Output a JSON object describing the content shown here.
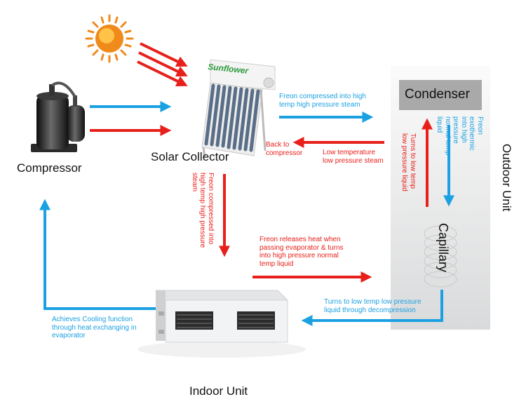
{
  "colors": {
    "blue": "#1ba1e2",
    "red": "#e8201b",
    "sun": "#f08a1a"
  },
  "labels": {
    "compressor": "Compressor",
    "solar_collector": "Solar Collector",
    "indoor_unit": "Indoor Unit",
    "outdoor_unit": "Outdoor Unit",
    "condenser": "Condenser",
    "capillary": "Capillary",
    "brand": "Sunflower"
  },
  "notes": {
    "freon_compressed_top": "Freon compressed into high\ntemp high pressure steam",
    "back_to_compressor": "Back to\ncompressor",
    "low_temp_steam": "Low temperature\nlow pressure steam",
    "freon_compressed_vertical": "Freon compressed into\nhigh temp high pressure\nsteam",
    "freon_releases_heat": "Freon releases heat when\npassing evaporator & turns\ninto high pressure normal\ntemp liquid",
    "turns_low_temp_liquid": "Turns to low temp low pressure\nliquid through decompression",
    "achieves_cooling": "Achieves Cooling function\nthrough heat exchanging in\nevaporator",
    "turns_low_temp_vertical": "Turns to low temp\nlow pressure liquid",
    "freon_exothermic": "Freon exothermic into high\npressure normal temp liquid"
  }
}
